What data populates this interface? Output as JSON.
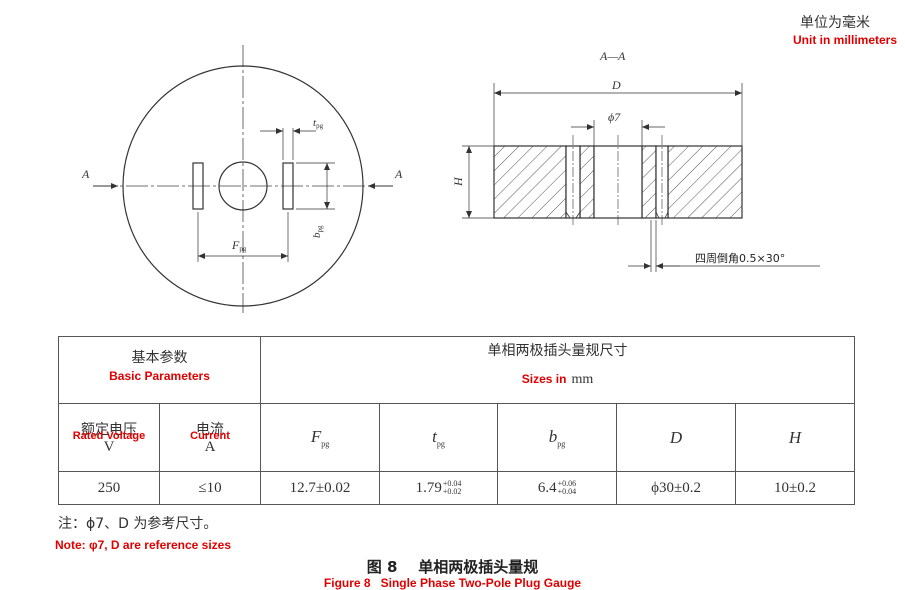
{
  "header": {
    "unit_cn": "单位为毫米",
    "unit_en": "Unit in millimeters"
  },
  "drawing": {
    "section_label": "A—A",
    "label_A_left": "A",
    "label_A_right": "A",
    "dim_t": "t",
    "dim_t_sub": "pg",
    "dim_b": "b",
    "dim_b_sub": "pg",
    "dim_F": "F",
    "dim_F_sub": "pg",
    "dim_D": "D",
    "dim_H": "H",
    "dim_phi7": "ϕ7",
    "chamfer_note": "四周倒角0.5×30°"
  },
  "table": {
    "basic_params_cn": "基本参数",
    "basic_params_en": "Basic Parameters",
    "sizes_cn": "单相两极插头量规尺寸",
    "sizes_en": "Sizes in",
    "sizes_unit": "mm",
    "rated_voltage_cn": "额定电压",
    "rated_voltage_en": "Rated Voltage",
    "rated_voltage_unit": "V",
    "current_cn": "电流",
    "current_en": "Current",
    "current_unit": "A",
    "col_F": "F",
    "col_F_sub": "pg",
    "col_t": "t",
    "col_t_sub": "pg",
    "col_b": "b",
    "col_b_sub": "pg",
    "col_D": "D",
    "col_H": "H",
    "row": {
      "voltage": "250",
      "current": "≤10",
      "F": "12.7±0.02",
      "t_base": "1.79",
      "t_upper": "+0.04",
      "t_lower": "+0.02",
      "b_base": "6.4",
      "b_upper": "+0.06",
      "b_lower": "+0.04",
      "D": "ϕ30±0.2",
      "H": "10±0.2"
    }
  },
  "note": {
    "cn": "注：ϕ7、D 为参考尺寸。",
    "en": "Note: φ7, D are reference sizes"
  },
  "caption": {
    "cn": "图 8    单相两极插头量规",
    "en": "Figure 8   Single Phase Two-Pole Plug Gauge"
  }
}
